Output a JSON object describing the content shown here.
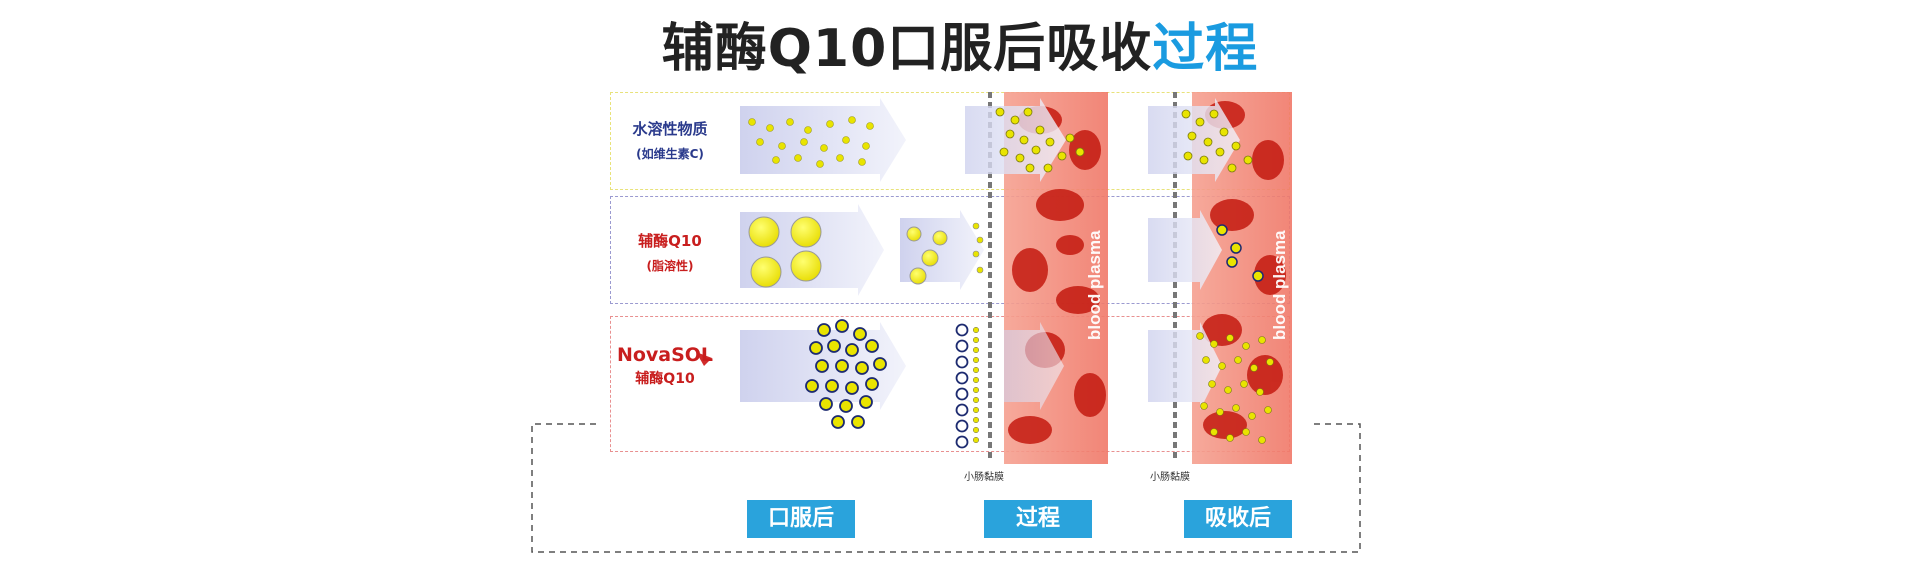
{
  "title": {
    "main": "辅酶Q10口服后吸收",
    "highlight": "过程"
  },
  "rows": [
    {
      "line1": "水溶性物质",
      "line2": "(如维生素C)"
    },
    {
      "line1": "辅酶Q10",
      "line2": "(脂溶性)"
    },
    {
      "brand": "NovaSOL",
      "line1": "辅酶Q10"
    }
  ],
  "plasma_label": "blood plasma",
  "mucosa_label": "小肠黏膜",
  "stages": [
    "口服后",
    "过程",
    "吸收后"
  ],
  "colors": {
    "title_highlight": "#1a9be0",
    "stage_bg": "#2aa3dc",
    "row1_border": "#e8e27a",
    "row2_border": "#8a88c8",
    "row3_border": "#e07070",
    "plasma": "#f08a80"
  }
}
